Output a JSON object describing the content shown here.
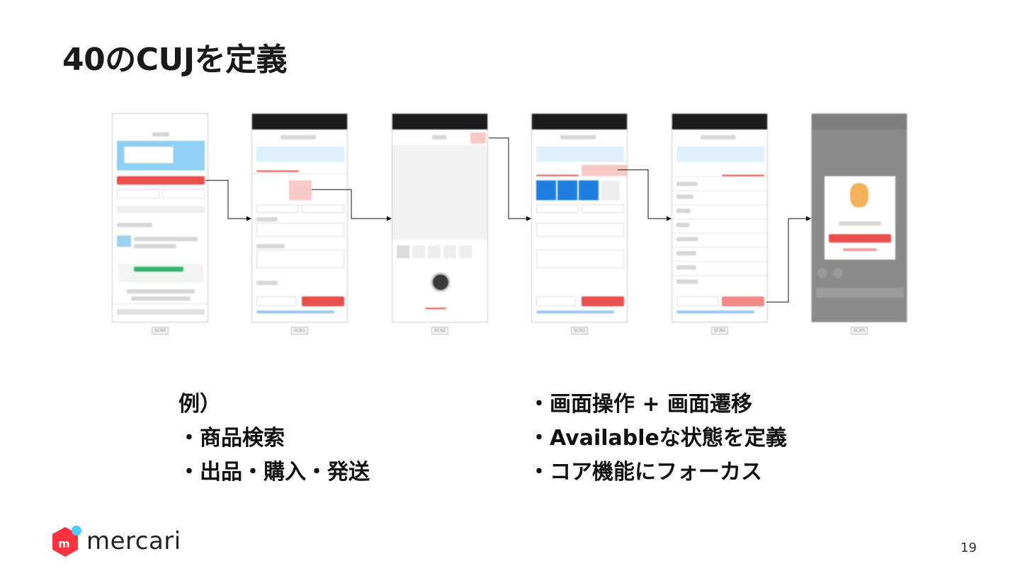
{
  "title": "40のCUJを定義",
  "screens": [
    {
      "id": "SCN0",
      "label": "SCN0"
    },
    {
      "id": "SCN1",
      "label": "SCN1"
    },
    {
      "id": "SCN2",
      "label": "SCN2"
    },
    {
      "id": "SCN3",
      "label": "SCN3"
    },
    {
      "id": "SCN4",
      "label": "SCN4"
    },
    {
      "id": "SCN5",
      "label": "SCN5"
    }
  ],
  "left_list": {
    "items": [
      "例）",
      "・商品検索",
      "・出品・購入・発送"
    ]
  },
  "right_list": {
    "items": [
      "・画面操作 + 画面遷移",
      "・Availableな状態を定義",
      "・コア機能にフォーカス"
    ]
  },
  "logo": {
    "text": "mercari",
    "colors": {
      "red": "#ff333f",
      "blue": "#4dc9ff"
    }
  },
  "page_number": "19"
}
